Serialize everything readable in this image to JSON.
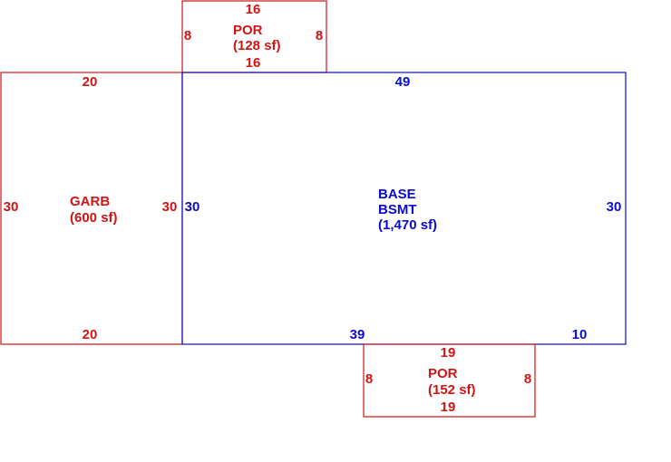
{
  "colors": {
    "red": "#d01414",
    "blue": "#0a0ad0",
    "background": "#ffffff"
  },
  "areas": {
    "por_top": {
      "line1": "POR",
      "line2": "(128 sf)",
      "dims": {
        "top": "16",
        "bottom": "16",
        "left": "8",
        "right": "8"
      }
    },
    "garb": {
      "line1": "GARB",
      "line2": "(600 sf)",
      "dims": {
        "top": "20",
        "bottom": "20",
        "left": "30",
        "right": "30"
      }
    },
    "base": {
      "line1": "BASE",
      "line2": "BSMT",
      "line3": "(1,470 sf)",
      "dims": {
        "top": "49",
        "bottom_left": "39",
        "bottom_right": "10",
        "left": "30",
        "right": "30"
      }
    },
    "por_bottom": {
      "line1": "POR",
      "line2": "(152 sf)",
      "dims": {
        "top": "19",
        "bottom": "19",
        "left": "8",
        "right": "8"
      }
    }
  }
}
